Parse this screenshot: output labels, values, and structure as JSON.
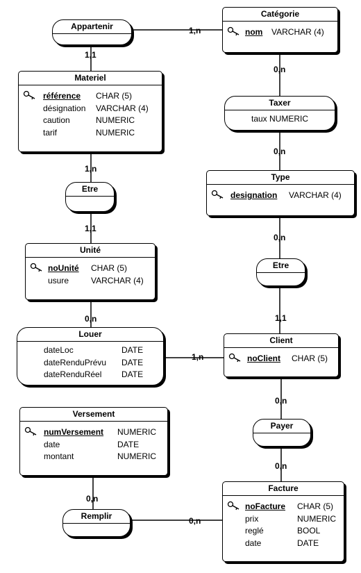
{
  "entities": {
    "categorie": {
      "title": "Catégorie",
      "attrs": [
        {
          "name": "nom",
          "type": "VARCHAR (4)",
          "key": true
        }
      ]
    },
    "materiel": {
      "title": "Materiel",
      "attrs": [
        {
          "name": "référence",
          "type": "CHAR (5)",
          "key": true
        },
        {
          "name": "désignation",
          "type": "VARCHAR (4)",
          "key": false
        },
        {
          "name": "caution",
          "type": "NUMERIC",
          "key": false
        },
        {
          "name": "tarif",
          "type": "NUMERIC",
          "key": false
        }
      ]
    },
    "type": {
      "title": "Type",
      "attrs": [
        {
          "name": "designation",
          "type": "VARCHAR (4)",
          "key": true
        }
      ]
    },
    "unite": {
      "title": "Unité",
      "attrs": [
        {
          "name": "noUnité",
          "type": "CHAR (5)",
          "key": true
        },
        {
          "name": "usure",
          "type": "VARCHAR (4)",
          "key": false
        }
      ]
    },
    "client": {
      "title": "Client",
      "attrs": [
        {
          "name": "noClient",
          "type": "CHAR (5)",
          "key": true
        }
      ]
    },
    "versement": {
      "title": "Versement",
      "attrs": [
        {
          "name": "numVersement",
          "type": "NUMERIC",
          "key": true
        },
        {
          "name": "date",
          "type": "DATE",
          "key": false
        },
        {
          "name": "montant",
          "type": "NUMERIC",
          "key": false
        }
      ]
    },
    "facture": {
      "title": "Facture",
      "attrs": [
        {
          "name": "noFacture",
          "type": "CHAR (5)",
          "key": true
        },
        {
          "name": "prix",
          "type": "NUMERIC",
          "key": false
        },
        {
          "name": "reglé",
          "type": "BOOL",
          "key": false
        },
        {
          "name": "date",
          "type": "DATE",
          "key": false
        }
      ]
    }
  },
  "associations": {
    "appartenir": {
      "title": "Appartenir"
    },
    "taxer": {
      "title": "Taxer",
      "attr": "taux",
      "attr_type": "NUMERIC"
    },
    "etre1": {
      "title": "Etre"
    },
    "etre2": {
      "title": "Etre"
    },
    "louer": {
      "title": "Louer",
      "attrs": [
        {
          "name": "dateLoc",
          "type": "DATE"
        },
        {
          "name": "dateRenduPrévu",
          "type": "DATE"
        },
        {
          "name": "dateRenduRéel",
          "type": "DATE"
        }
      ]
    },
    "payer": {
      "title": "Payer"
    },
    "remplir": {
      "title": "Remplir"
    }
  },
  "cardinalities": {
    "appartenir_categorie": "1,n",
    "appartenir_materiel": "1,1",
    "categorie_taxer": "0,n",
    "taxer_type": "0,n",
    "materiel_etre1": "1,n",
    "etre1_unite": "1,1",
    "type_etre2": "0,n",
    "etre2_client": "1,1",
    "unite_louer": "0,n",
    "louer_client": "1,n",
    "client_payer": "0,n",
    "payer_facture": "0,n",
    "versement_remplir": "0,n",
    "remplir_facture": "0,n"
  }
}
